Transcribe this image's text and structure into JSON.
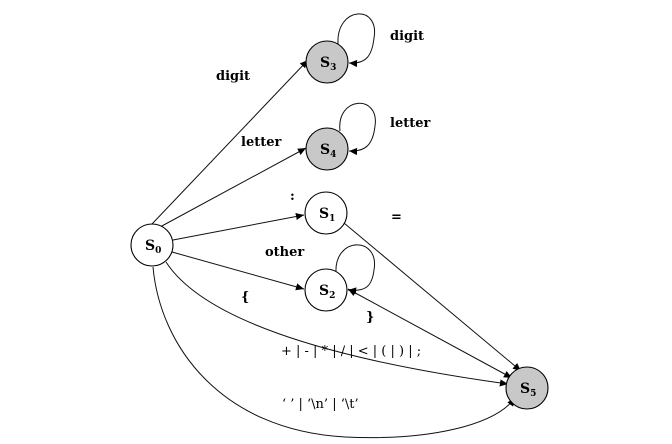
{
  "colors": {
    "accepting_fill": "#c8c8c8",
    "normal_fill": "#ffffff",
    "stroke": "#000000"
  },
  "states": [
    {
      "id": "s0",
      "label": "S",
      "sub": "0",
      "accepting": false
    },
    {
      "id": "s1",
      "label": "S",
      "sub": "1",
      "accepting": false
    },
    {
      "id": "s2",
      "label": "S",
      "sub": "2",
      "accepting": false
    },
    {
      "id": "s3",
      "label": "S",
      "sub": "3",
      "accepting": true
    },
    {
      "id": "s4",
      "label": "S",
      "sub": "4",
      "accepting": true
    },
    {
      "id": "s5",
      "label": "S",
      "sub": "5",
      "accepting": true
    }
  ],
  "transitions": [
    {
      "id": "s0-s3",
      "from": "S0",
      "to": "S3",
      "label": "digit"
    },
    {
      "id": "s3-s3",
      "from": "S3",
      "to": "S3",
      "label": "digit"
    },
    {
      "id": "s0-s4",
      "from": "S0",
      "to": "S4",
      "label": "letter"
    },
    {
      "id": "s4-s4",
      "from": "S4",
      "to": "S4",
      "label": "letter"
    },
    {
      "id": "s0-s1",
      "from": "S0",
      "to": "S1",
      "label": ":"
    },
    {
      "id": "s1-s5",
      "from": "S1",
      "to": "S5",
      "label": "="
    },
    {
      "id": "s0-s2",
      "from": "S0",
      "to": "S2",
      "label": "{"
    },
    {
      "id": "s2-s2",
      "from": "S2",
      "to": "S2",
      "label": "other"
    },
    {
      "id": "s2-s5",
      "from": "S2",
      "to": "S5",
      "label": "}"
    },
    {
      "id": "s0-s5-ops",
      "from": "S0",
      "to": "S5",
      "label": "+ | - | * | / | < | ( | ) | ;"
    },
    {
      "id": "s0-s5-ws",
      "from": "S0",
      "to": "S5",
      "label": "‘ ’ | ‘\\n’ | ‘\\t’"
    }
  ]
}
